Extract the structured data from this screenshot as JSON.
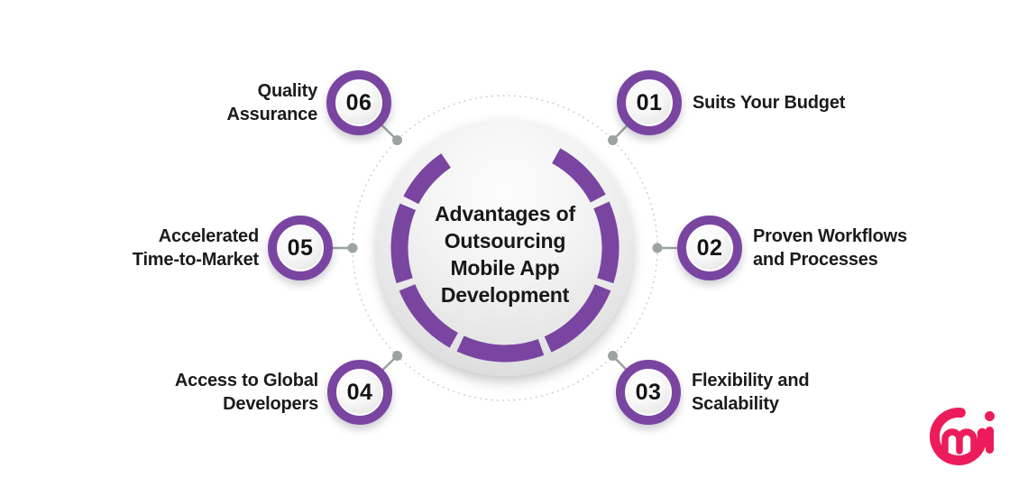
{
  "title": {
    "lines": [
      "Advantages of",
      "Outsourcing",
      "Mobile App",
      "Development"
    ]
  },
  "items": [
    {
      "number": "01",
      "lines": [
        "Suits Your Budget"
      ]
    },
    {
      "number": "02",
      "lines": [
        "Proven Workflows",
        "and Processes"
      ]
    },
    {
      "number": "03",
      "lines": [
        "Flexibility and",
        "Scalability"
      ]
    },
    {
      "number": "04",
      "lines": [
        "Access to Global",
        "Developers"
      ]
    },
    {
      "number": "05",
      "lines": [
        "Accelerated",
        "Time-to-Market"
      ]
    },
    {
      "number": "06",
      "lines": [
        "Quality",
        "Assurance"
      ]
    }
  ],
  "colors": {
    "accent_purple": "#7A45A1",
    "connector_gray": "#9BA3A3",
    "dotted_ring_gray": "#C3C9C9",
    "text_dark": "#1B1B1B",
    "logo_pink": "#EC1C5B"
  }
}
